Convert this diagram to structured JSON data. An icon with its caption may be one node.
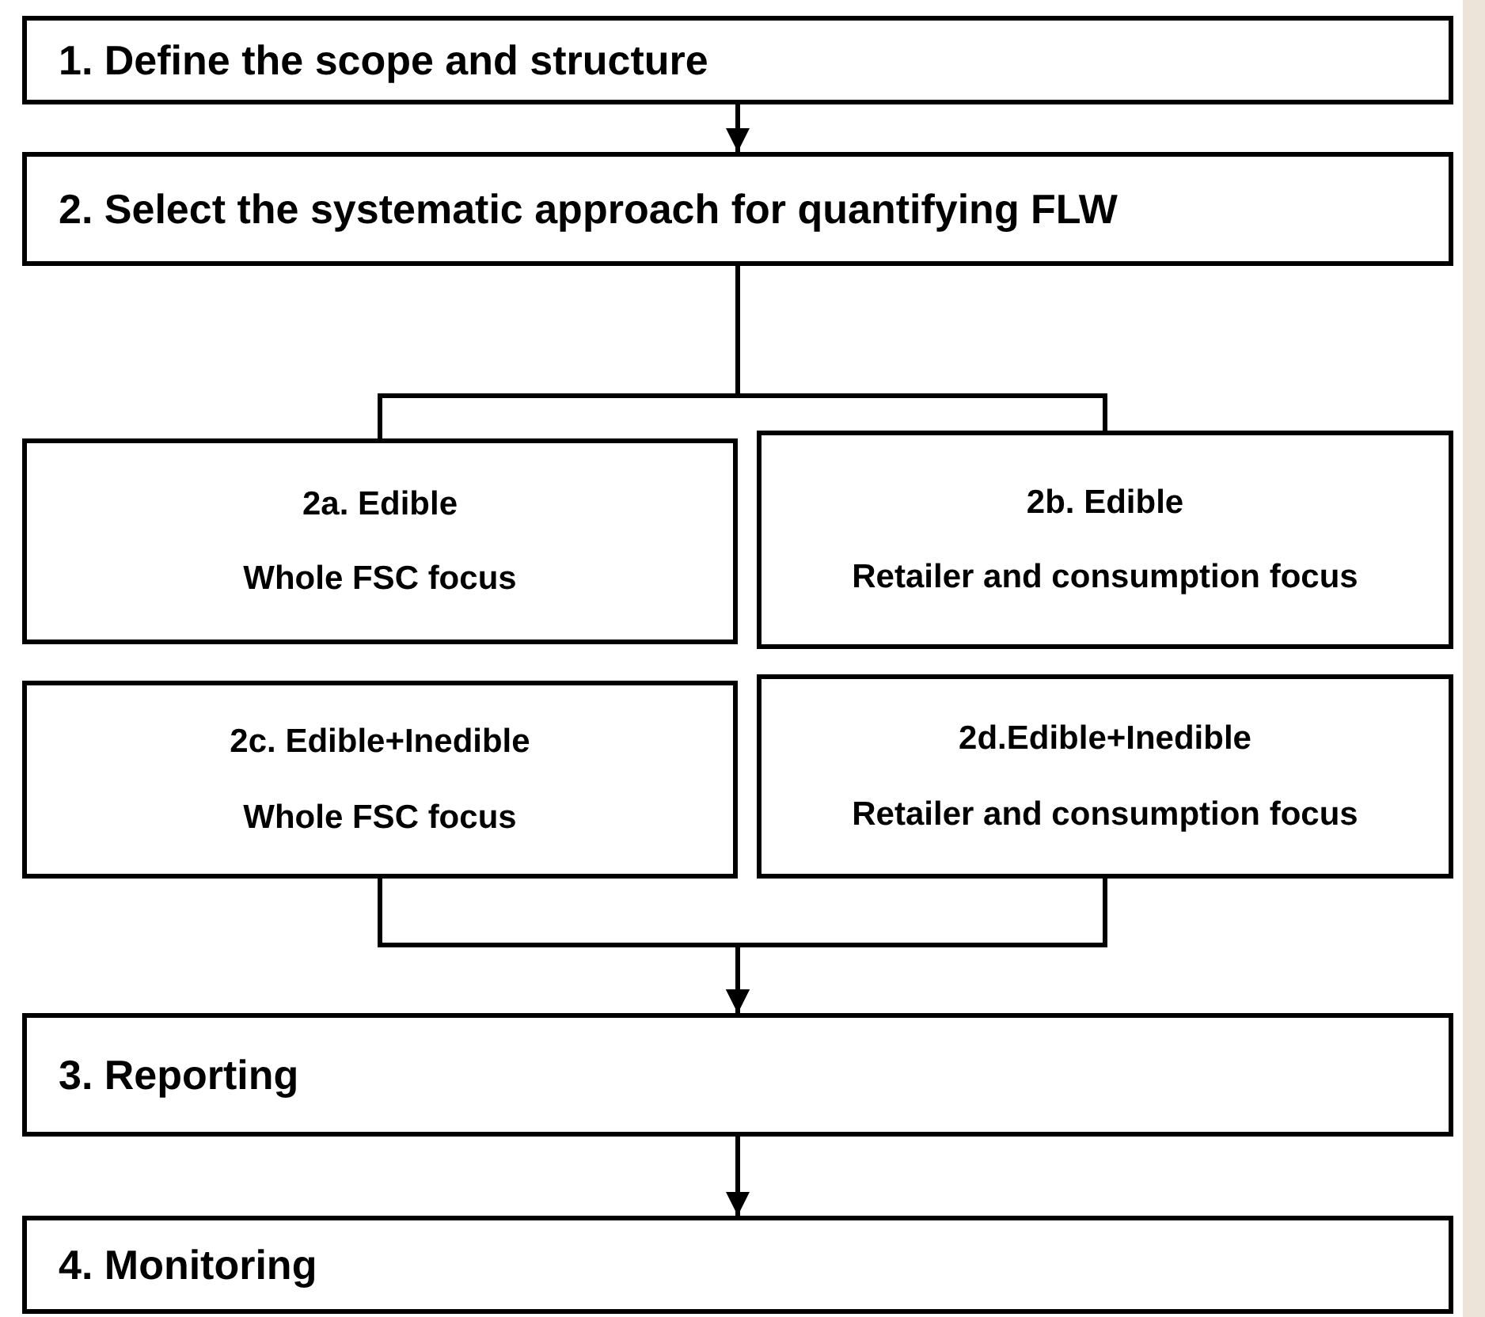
{
  "diagram": {
    "nodes": [
      {
        "text": [
          "1. Define the scope and structure"
        ]
      },
      {
        "text": [
          "2. Select the systematic approach for quantifying FLW"
        ]
      },
      {
        "text": [
          "2a. Edible",
          "Whole FSC focus"
        ]
      },
      {
        "text": [
          "2b. Edible",
          "Retailer and consumption focus"
        ]
      },
      {
        "text": [
          "2c. Edible+Inedible",
          "Whole FSC focus"
        ]
      },
      {
        "text": [
          "2d.Edible+Inedible",
          "Retailer and consumption focus"
        ]
      },
      {
        "text": [
          "3. Reporting"
        ]
      },
      {
        "text": [
          "4. Monitoring"
        ]
      }
    ],
    "edges": [
      {
        "from": 0,
        "to": 1,
        "arrow": "to"
      },
      {
        "from": 1,
        "to": 2,
        "arrow": "none"
      },
      {
        "from": 1,
        "to": 3,
        "arrow": "none"
      },
      {
        "from": 4,
        "to": 6,
        "arrow": "to"
      },
      {
        "from": 5,
        "to": 6,
        "arrow": "to"
      },
      {
        "from": 6,
        "to": 7,
        "arrow": "to"
      }
    ]
  }
}
